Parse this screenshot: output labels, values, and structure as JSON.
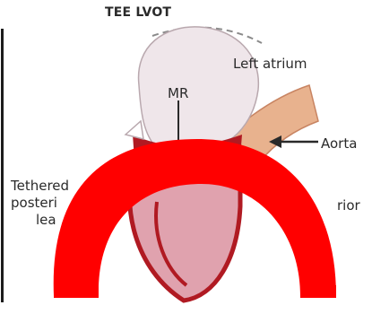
{
  "figure": {
    "title": "TEE LVOT",
    "labels": {
      "left_atrium": "Left atrium",
      "mr": "MR",
      "aorta": "Aorta",
      "tethered_line1": "Tethered",
      "tethered_line2": "posteri",
      "tethered_line3": "lea",
      "anterior_fragment": "rior"
    }
  },
  "colors": {
    "background": "#ffffff",
    "atrium": "#efe6ea",
    "myocardium": "#b01a22",
    "ventricle": "#e0a2ae",
    "aorta": "#e8b28e",
    "obstruction": "#ff0000",
    "text": "#2a2a2a"
  }
}
